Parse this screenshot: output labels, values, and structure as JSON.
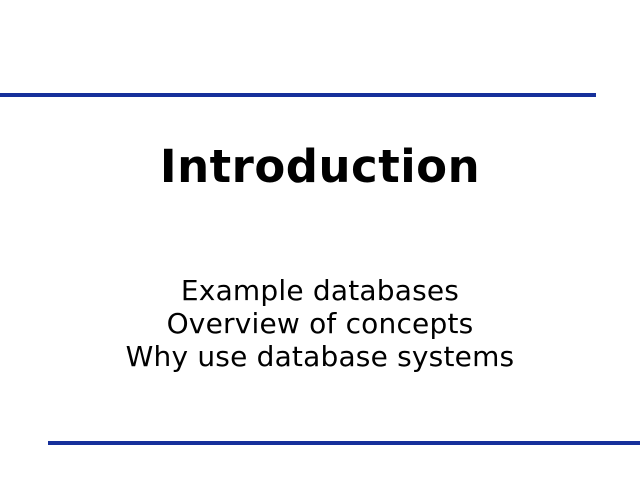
{
  "slide": {
    "title": "Introduction",
    "bullets": [
      "Example databases",
      "Overview of concepts",
      "Why use database systems"
    ],
    "colors": {
      "background": "#ffffff",
      "rule": "#16309B",
      "text": "#000000"
    }
  }
}
